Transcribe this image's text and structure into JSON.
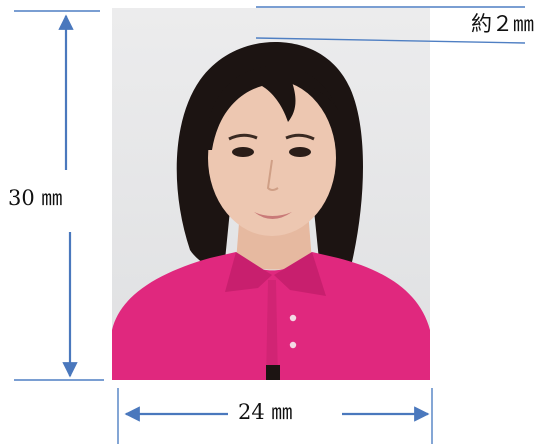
{
  "colors": {
    "line": "#4f7fc3",
    "arrow": "#4a78bd",
    "background": "#ffffff",
    "photo_background": "#e9e9ea",
    "shirt": "#e0287e",
    "hair": "#1c1412",
    "skin": "#edc7b1"
  },
  "labels": {
    "height": "30 ㎜",
    "width": "24 ㎜",
    "top_margin": "約２㎜"
  },
  "photo": {
    "icon": "person-portrait-icon"
  }
}
